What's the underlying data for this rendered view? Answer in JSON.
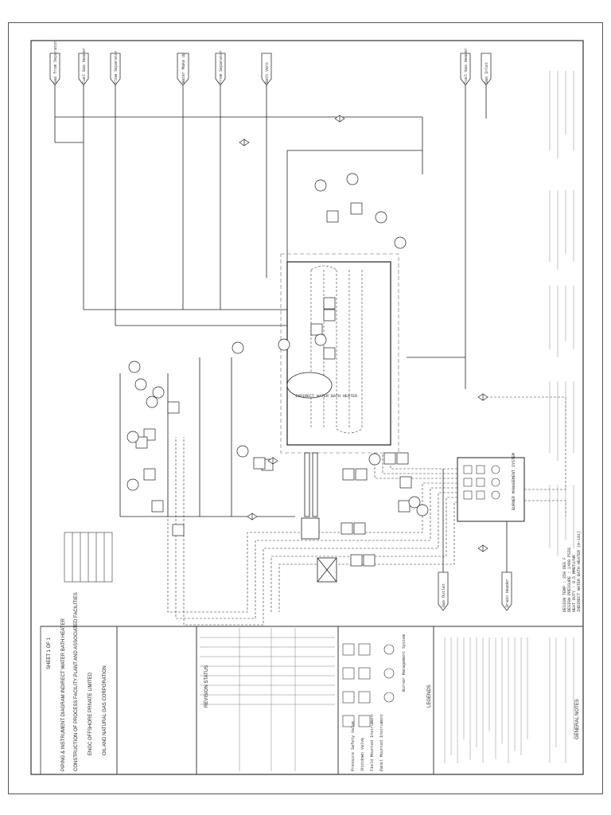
{
  "title_block": {
    "client": "OIL AND NATURAL GAS CORPORATION",
    "contractor": "ENGC OFFSHORE PRIVATE LIMITED",
    "project": "CONSTRUCTION OF PROCESS FACILITY PLANT AND ASSOCIATED FACILITIES",
    "drawing_title": "PIPING & INSTRUMENT DIAGRAM INDIRECT WATER BATH HEATER",
    "sheet": "SHEET 1 OF 1",
    "revision_header": "REVISION STATUS"
  },
  "nozzles_top": [
    "Gas from Separator",
    "Fuel Gas Header",
    "Flow Separator",
    "Water Make Up",
    "From Separator",
    "Bath Vent",
    "Fuel Gas Header",
    "Gas Inlet"
  ],
  "nozzles_bottom": [
    "Gas Outlet",
    "Drain Header"
  ],
  "notes_header": "GENERAL NOTES",
  "legend_header": "LEGENDS",
  "legend_items": [
    "Burner Management System",
    "Panel Mounted Instrument",
    "Field Mounted Instrument",
    "Shutdown Valve",
    "Pressure Safety Valve"
  ],
  "bms_panel_label": "BURNER MANAGEMENT SYSTEM",
  "heater_label": "INDIRECT WATER BATH HEATER",
  "equipment_specs": [
    "INDIRECT WATER BATH HEATER (H-101)",
    "HEAT DUTY : 0.5 MMBTU/HR",
    "DESIGN PRESSURE : 1480 PSIG",
    "DESIGN TEMP : 250 DEG F"
  ]
}
